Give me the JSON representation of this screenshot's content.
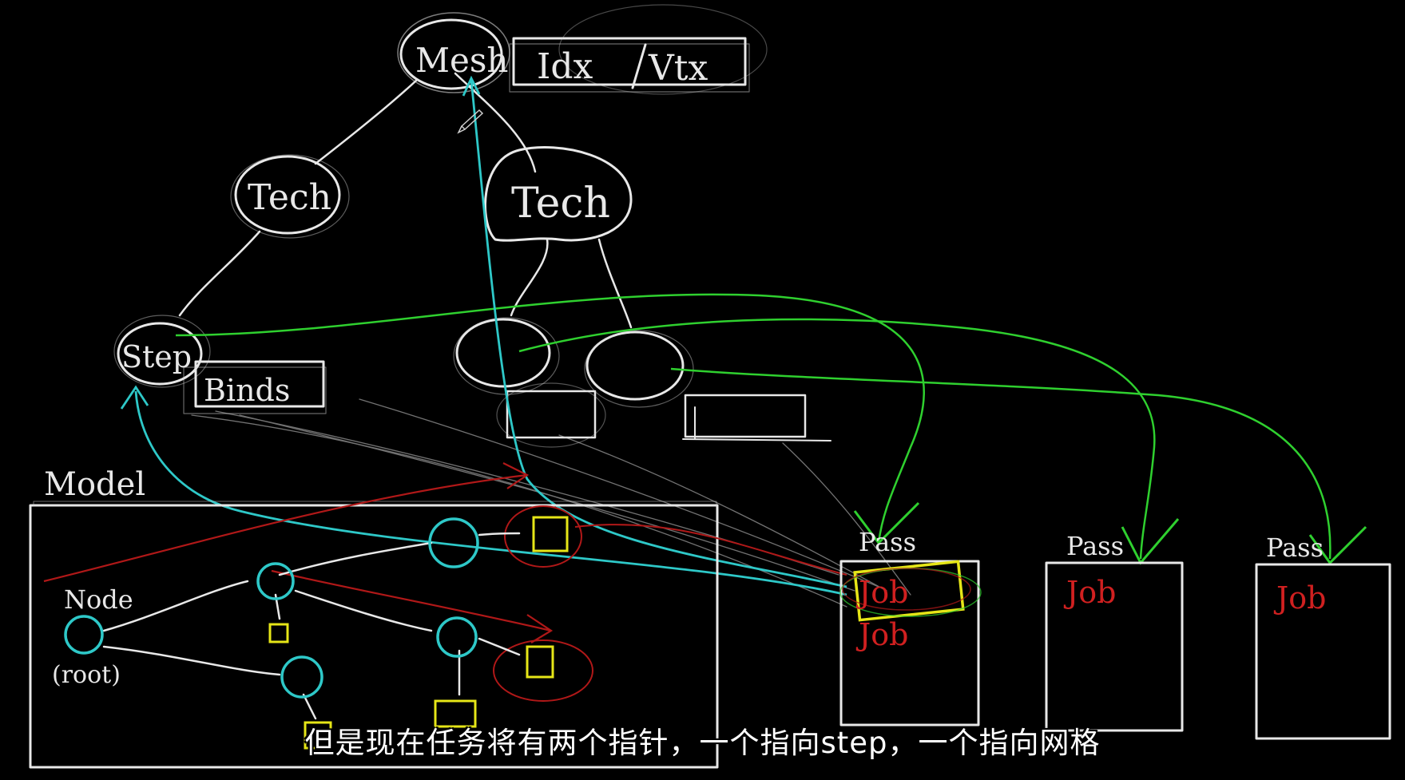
{
  "diagram": {
    "labels": {
      "mesh": "Mesh",
      "idx": "Idx",
      "vtx": "Vtx",
      "tech_left": "Tech",
      "tech_right": "Tech",
      "step": "Step",
      "binds": "Binds",
      "model": "Model",
      "node": "Node",
      "root": "(root)",
      "pass1": "Pass",
      "pass2": "Pass",
      "pass3": "Pass",
      "job1a": "Job",
      "job1b": "Job",
      "job2": "Job",
      "job3": "Job"
    },
    "colors": {
      "background": "#000000",
      "chalk": "#e8e8e8",
      "green": "#2fd02f",
      "cyan": "#2ec8c8",
      "red": "#b01818",
      "yellow": "#e6e617",
      "job_text": "#d02020"
    }
  },
  "subtitle": "但是现在任务将有两个指针，一个指向step，一个指向网格"
}
